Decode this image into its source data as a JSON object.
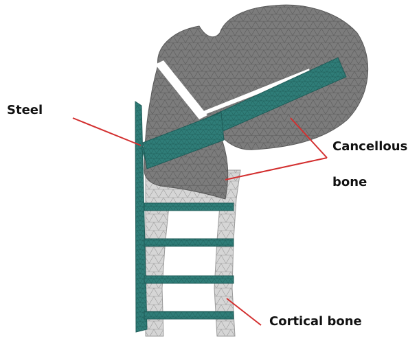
{
  "labels": {
    "steel": "Steel",
    "cancellous_line1": "Cancellous",
    "cancellous_line2": "bone",
    "cortical": "Cortical bone"
  },
  "colors": {
    "cancellous_bone": "#7a7a7a",
    "cortical_bone": "#d2d2d2",
    "steel": "#2e7d78",
    "leader_line": "#d32f2f",
    "mesh_dark": "#5a5a5a",
    "mesh_light": "#9c9c9c",
    "mesh_steel": "#1f5c58"
  }
}
